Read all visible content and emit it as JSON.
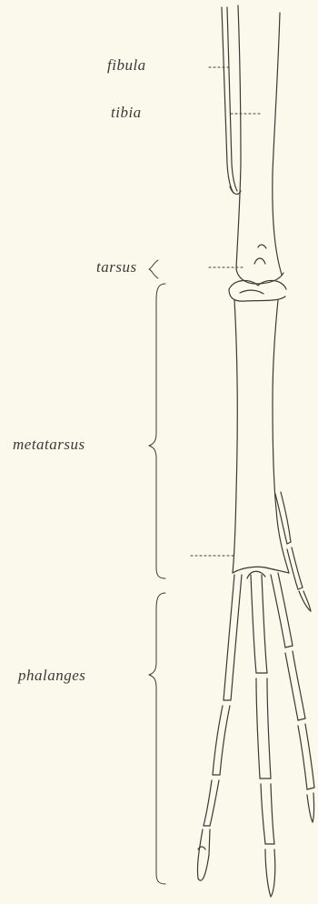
{
  "labels": {
    "fibula": "fibula",
    "tibia": "tibia",
    "tarsus": "tarsus",
    "metatarsus": "metatarsus",
    "phalanges": "phalanges"
  },
  "colors": {
    "background": "#fbf9ec",
    "ink": "#3a3a36"
  }
}
